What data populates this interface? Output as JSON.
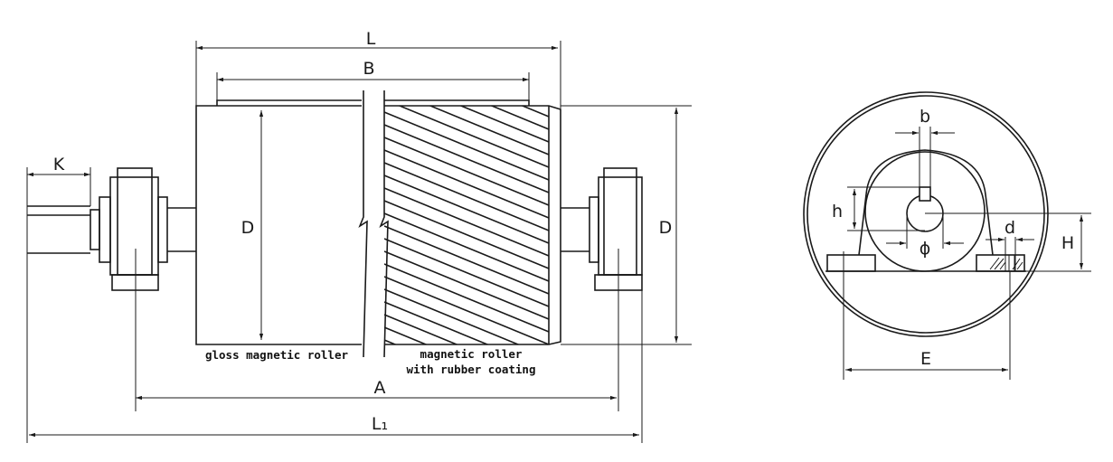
{
  "side_view": {
    "dimensions": {
      "L": "L",
      "B": "B",
      "K": "K",
      "D_left": "D",
      "D_right": "D",
      "A": "A",
      "L1": "L₁"
    },
    "captions": {
      "gloss": "gloss magnetic roller",
      "rubber_line1": "magnetic roller",
      "rubber_line2": "with rubber coating"
    }
  },
  "end_view": {
    "dimensions": {
      "b": "b",
      "h": "h",
      "phi": "ϕ",
      "d": "d",
      "H": "H",
      "E": "E"
    }
  },
  "colors": {
    "line": "#1a1a1a",
    "background": "#ffffff"
  }
}
